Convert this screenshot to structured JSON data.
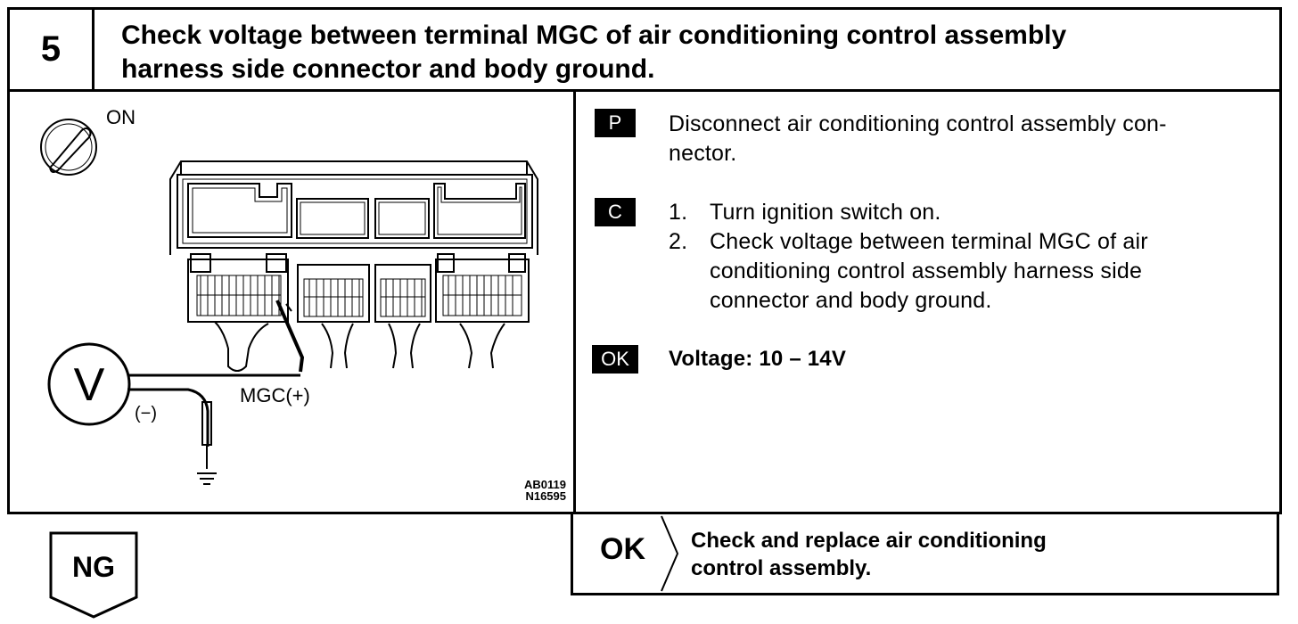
{
  "header": {
    "step_number": "5",
    "title_line1": "Check voltage between terminal MGC of air conditioning control assembly",
    "title_line2": "harness side connector and body ground."
  },
  "figure": {
    "ignition_label": "ON",
    "voltmeter_symbol": "V",
    "probe_positive_label": "MGC(+)",
    "probe_negative_label": "(−)",
    "ref_code_1": "AB0119",
    "ref_code_2": "N16595",
    "icons": [
      "ignition-key-icon",
      "connector-icon",
      "voltmeter-icon",
      "ground-icon"
    ]
  },
  "instructions": {
    "prepare": {
      "badge": "P",
      "line1": "Disconnect air conditioning control assembly con-",
      "line2": "nector."
    },
    "check": {
      "badge": "C",
      "step1_num": "1.",
      "step1": "Turn ignition switch on.",
      "step2_num": "2.",
      "step2_line1": "Check voltage between terminal MGC of air",
      "step2_line2": "conditioning control assembly harness side",
      "step2_line3": "connector and body ground."
    },
    "ok": {
      "badge": "OK",
      "text": "Voltage:  10 – 14V"
    }
  },
  "result": {
    "ng_label": "NG",
    "ok_label": "OK",
    "ok_action_line1": "Check and replace air conditioning",
    "ok_action_line2": "control assembly."
  }
}
